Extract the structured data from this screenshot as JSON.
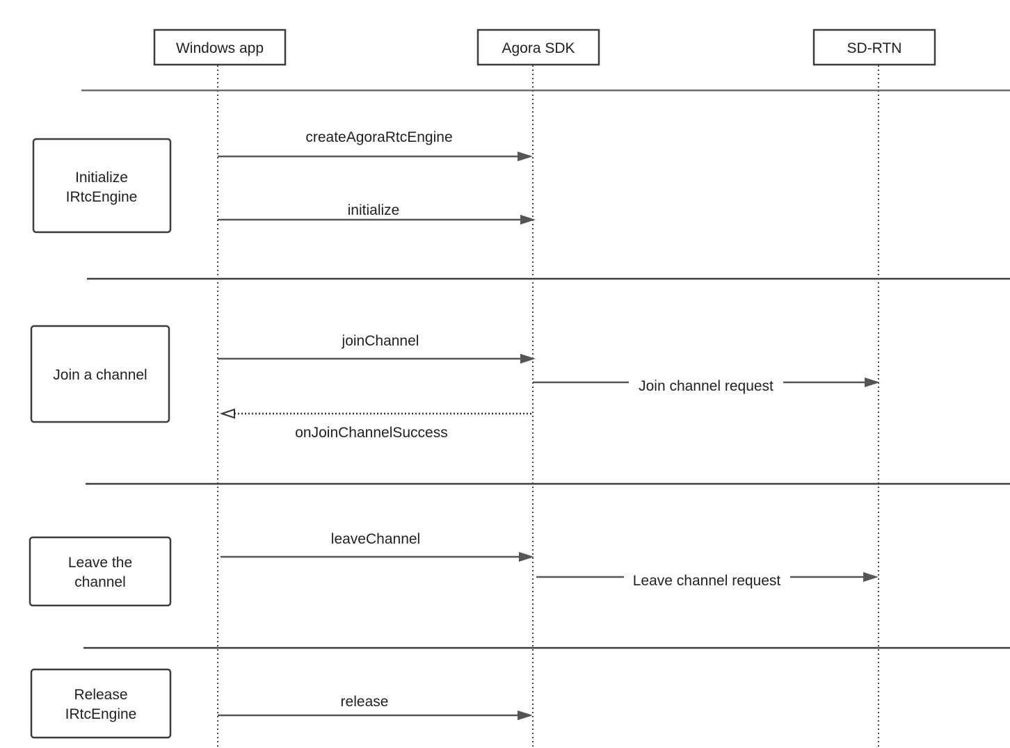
{
  "participants": [
    {
      "id": "windows-app",
      "label": "Windows app"
    },
    {
      "id": "agora-sdk",
      "label": "Agora SDK"
    },
    {
      "id": "sd-rtn",
      "label": "SD-RTN"
    }
  ],
  "stages": [
    {
      "id": "initialize",
      "label_lines": [
        "Initialize",
        "IRtcEngine"
      ]
    },
    {
      "id": "join",
      "label_lines": [
        "Join a channel"
      ]
    },
    {
      "id": "leave",
      "label_lines": [
        "Leave the",
        "channel"
      ]
    },
    {
      "id": "release",
      "label_lines": [
        "Release",
        "IRtcEngine"
      ]
    }
  ],
  "messages": [
    {
      "id": "create-engine",
      "label": "createAgoraRtcEngine",
      "from": "Windows app",
      "to": "Agora SDK",
      "style": "solid"
    },
    {
      "id": "initialize",
      "label": "initialize",
      "from": "Windows app",
      "to": "Agora SDK",
      "style": "solid"
    },
    {
      "id": "join-channel",
      "label": "joinChannel",
      "from": "Windows app",
      "to": "Agora SDK",
      "style": "solid"
    },
    {
      "id": "join-channel-request",
      "label": "Join channel request",
      "from": "Agora SDK",
      "to": "SD-RTN",
      "style": "solid"
    },
    {
      "id": "on-join-channel-success",
      "label": "onJoinChannelSuccess",
      "from": "Agora SDK",
      "to": "Windows app",
      "style": "dotted"
    },
    {
      "id": "leave-channel",
      "label": "leaveChannel",
      "from": "Windows app",
      "to": "Agora SDK",
      "style": "solid"
    },
    {
      "id": "leave-channel-request",
      "label": "Leave channel request",
      "from": "Agora SDK",
      "to": "SD-RTN",
      "style": "solid"
    },
    {
      "id": "release",
      "label": "release",
      "from": "Windows app",
      "to": "Agora SDK",
      "style": "solid"
    }
  ],
  "colors": {
    "line": "#555555",
    "border": "#3c3c3c",
    "text": "#1f1f1f",
    "background": "#ffffff"
  }
}
